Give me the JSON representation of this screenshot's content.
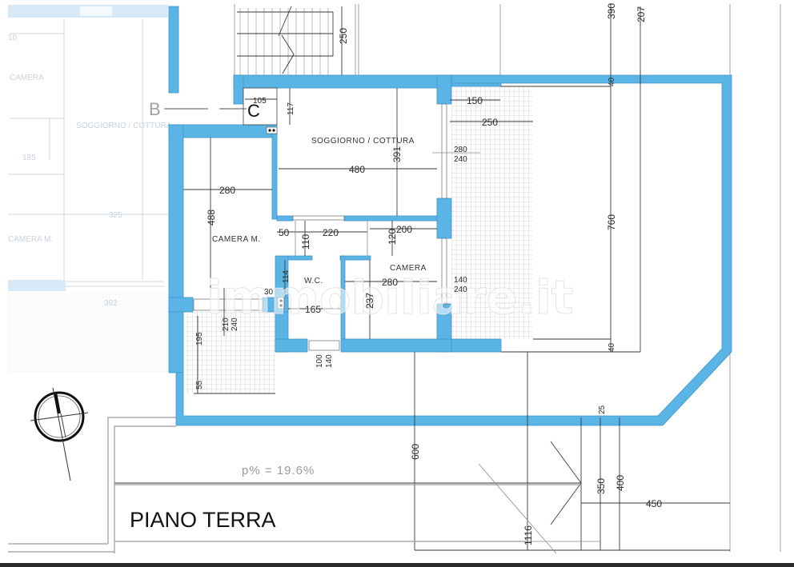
{
  "title": "PIANO TERRA",
  "slope_label": "p% = 19.6%",
  "section_markers": {
    "b": "B",
    "c": "C"
  },
  "watermark": "immobiliare.it",
  "colors": {
    "wall": "#5ab4e5",
    "wall_stroke": "#3f97c9",
    "dimension_line": "#3a3a3a",
    "faded_neighbor": "#d6ebf7"
  },
  "rooms": [
    {
      "id": "soggiorno",
      "label": "SOGGIORNO / COTTURA"
    },
    {
      "id": "camera-m",
      "label": "CAMERA M."
    },
    {
      "id": "wc",
      "label": "W.C."
    },
    {
      "id": "camera",
      "label": "CAMERA"
    }
  ],
  "neighbor_unit": {
    "labels": [
      "10",
      "CAMERA",
      "SOGGIORNO / COTTURA",
      "185",
      "325",
      "CAMERA M.",
      "392"
    ]
  },
  "dimensions": {
    "stair_250": "250",
    "top_390": "390",
    "top_207": "207",
    "c_105": "105",
    "c_117": "117",
    "sog_480": "480",
    "sog_391": "391",
    "win_150": "150",
    "win_250": "250",
    "door_280": "280",
    "door_240_a": "240",
    "cam_m_280": "280",
    "cam_m_488": "488",
    "hall_50": "50",
    "hall_110": "110",
    "hall_220": "220",
    "hall_120": "120",
    "hall_200": "200",
    "wc_114": "114",
    "wc_30": "30",
    "wc_165": "165",
    "cam_280": "280",
    "cam_237": "237",
    "win_140": "140",
    "win_240_b": "240",
    "porch_210": "210",
    "porch_240": "240",
    "porch_195": "195",
    "porch_55": "55",
    "wc_win_100": "100",
    "wc_win_140": "140",
    "right_760": "760",
    "right_40_top": "40",
    "right_40_bot": "40",
    "drive_600": "600",
    "drive_1116": "1116",
    "ramp_25": "25",
    "ramp_350": "350",
    "ramp_400": "400",
    "ramp_450": "450"
  }
}
